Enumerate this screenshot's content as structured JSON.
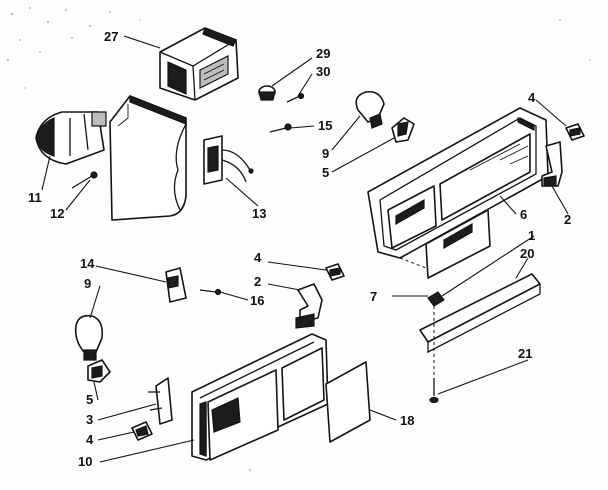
{
  "labels": {
    "l27": "27",
    "l29": "29",
    "l30": "30",
    "l15": "15",
    "l11": "11",
    "l12": "12",
    "l13": "13",
    "l9a": "9",
    "l5a": "5",
    "l4a": "4",
    "l2a": "2",
    "l6": "6",
    "l1": "1",
    "l20": "20",
    "l7": "7",
    "l21": "21",
    "l14": "14",
    "l9b": "9",
    "l4b": "4",
    "l2b": "2",
    "l16": "16",
    "l5b": "5",
    "l3": "3",
    "l4c": "4",
    "l10": "10",
    "l18": "18"
  },
  "colors": {
    "ink": "#141414",
    "paper": "#fdfdfc",
    "shade": "#bdbdbd"
  }
}
